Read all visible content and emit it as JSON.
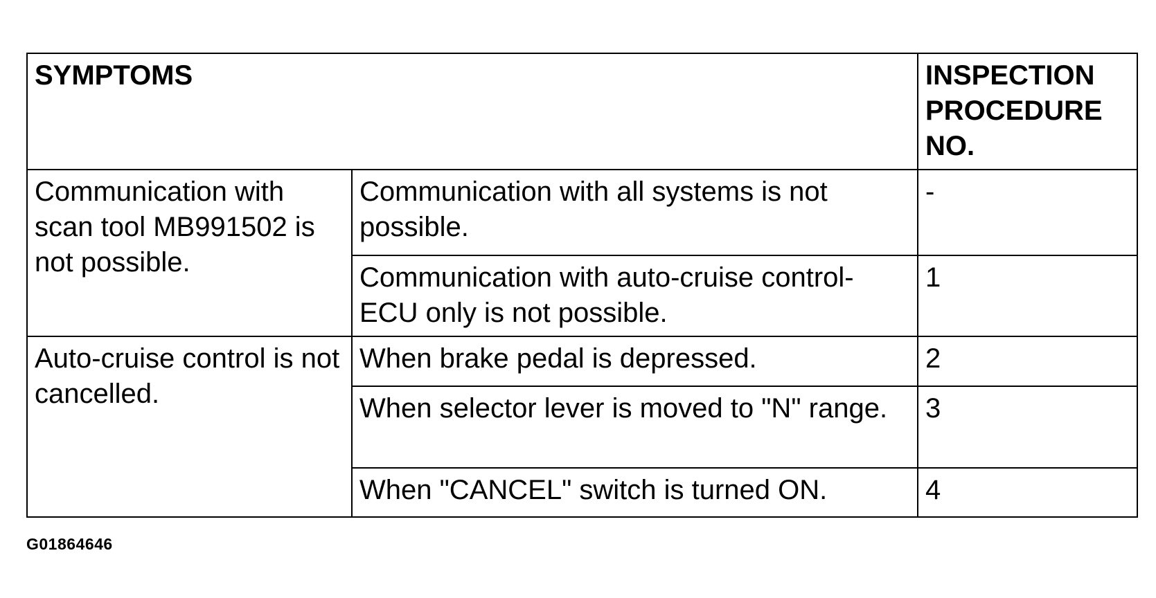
{
  "table": {
    "header": {
      "symptoms": "SYMPTOMS",
      "inspection": "INSPECTION PROCEDURE NO."
    },
    "groups": [
      {
        "symptom": "Communication with scan tool MB991502 is not possible.",
        "rows": [
          {
            "condition": "Communication with all systems is not possible.",
            "procedure": "-"
          },
          {
            "condition": "Communication with auto-cruise control-ECU only is not possible.",
            "procedure": "1"
          }
        ]
      },
      {
        "symptom": "Auto-cruise control is not cancelled.",
        "rows": [
          {
            "condition": "When brake pedal is depressed.",
            "procedure": "2"
          },
          {
            "condition": "When selector lever is moved to \"N\" range.",
            "procedure": "3"
          },
          {
            "condition": "When \"CANCEL\" switch is turned ON.",
            "procedure": "4"
          }
        ]
      }
    ]
  },
  "figure_id": "G01864646"
}
